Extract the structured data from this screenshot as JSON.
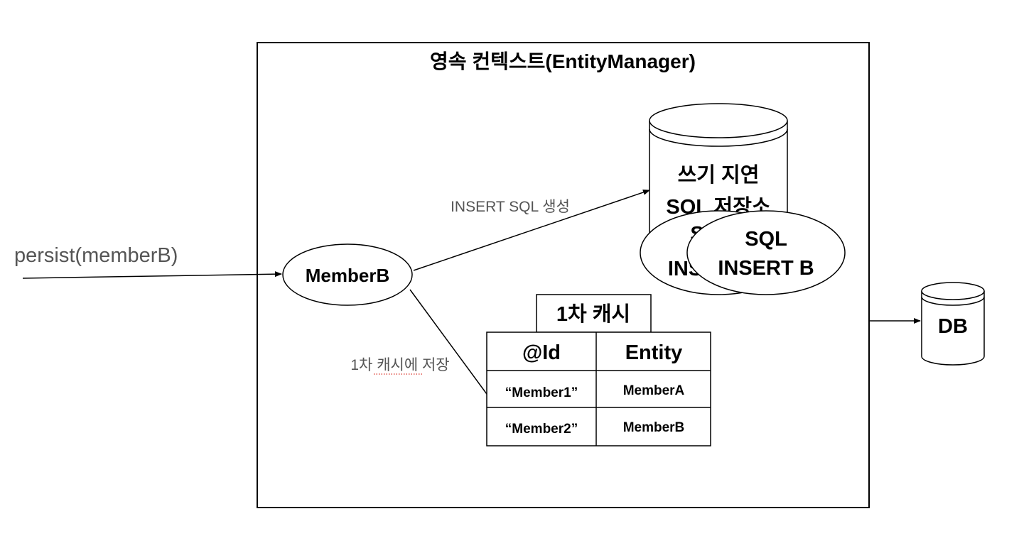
{
  "context": {
    "title": "영속 컨텍스트(EntityManager)"
  },
  "persist_call": "persist(memberB)",
  "entity_node": "MemberB",
  "sql_store": {
    "line1": "쓰기 지연",
    "line2": "SQL 저장소"
  },
  "sql_items": {
    "back_label_partial_top": "S",
    "back_label_partial_bottom": "INS",
    "front_line1": "SQL",
    "front_line2": "INSERT B"
  },
  "arrows": {
    "insert_label": "INSERT SQL 생성",
    "cache_label": "1차 캐시에 저장"
  },
  "cache": {
    "title": "1차 캐시",
    "columns": [
      "@Id",
      "Entity"
    ],
    "rows": [
      {
        "id": "“Member1”",
        "entity": "MemberA"
      },
      {
        "id": "“Member2”",
        "entity": "MemberB"
      }
    ]
  },
  "db": {
    "label": "DB"
  },
  "colors": {
    "stroke": "#000000",
    "gray_text": "#555555",
    "spellcheck": "#d93025"
  }
}
